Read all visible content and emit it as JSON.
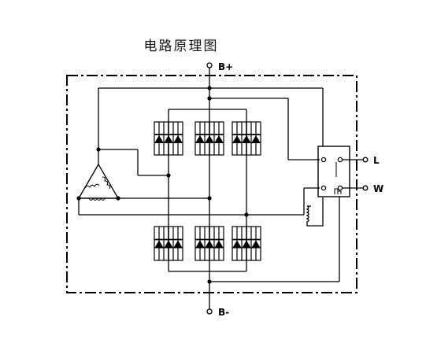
{
  "diagram": {
    "title": "电路原理图",
    "terminals": {
      "b_plus": "B+",
      "b_minus": "B-",
      "l": "L",
      "w": "W"
    }
  }
}
